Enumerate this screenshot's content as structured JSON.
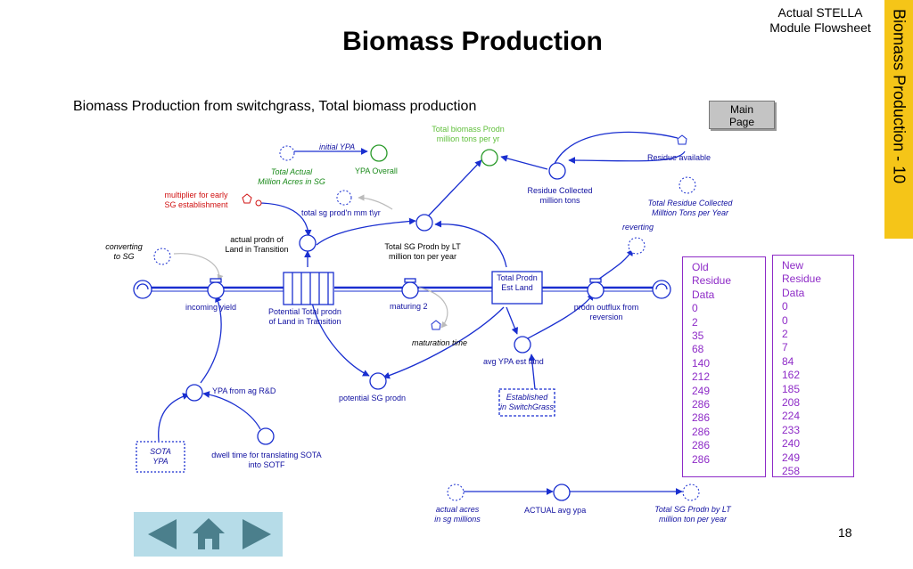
{
  "header": {
    "title": "Biomass Production",
    "corner_line1": "Actual STELLA",
    "corner_line2": "Module Flowsheet",
    "sidebar_label": "Biomass Production - 10"
  },
  "subtitle": "Biomass Production  from switchgrass, Total biomass production",
  "main_page_button": {
    "line1": "Main",
    "line2": "Page"
  },
  "diagram": {
    "initial_ypa": "initial YPA",
    "ypa_overall": "YPA Overall",
    "total_actual_1": "Total Actual",
    "total_actual_2": "Million Acres in SG",
    "multiplier_1": "multiplier for early",
    "multiplier_2": "SG establishment",
    "total_sg_prodn_mm": "total sg prod'n mm t\\yr",
    "total_biomass_1": "Total biomass Prodn",
    "total_biomass_2": "million tons per yr",
    "residue_available": "Residue available",
    "residue_collected_1": "Residue Collected",
    "residue_collected_2": "million tons",
    "total_residue_1": "Total Residue Collected",
    "total_residue_2": "Milltion Tons per Year",
    "reverting": "reverting",
    "converting_1": "converting",
    "converting_2": "to SG",
    "actual_prodn_1": "actual prodn of",
    "actual_prodn_2": "Land in Transition",
    "total_sg_lt_1": "Total SG Prodn by  LT",
    "total_sg_lt_2": "million ton per year",
    "total_prodn_1": "Total Prodn",
    "total_prodn_2": "Est Land",
    "incoming_yield": "incoming yield",
    "potential_total_1": "Potential Total prodn",
    "potential_total_2": "of Land in Transition",
    "maturing": "maturing 2",
    "maturation_time": "maturation time",
    "prodn_outflux_1": "prodn outflux from",
    "prodn_outflux_2": "reversion",
    "avg_ypa": "avg YPA  est land",
    "potential_sg": "potential SG prodn",
    "established_1": "Established",
    "established_2": "in SwitchGrass",
    "ypa_rd": "YPA from ag R&D",
    "sota_1": "SOTA",
    "sota_2": "YPA",
    "dwell_1": "dwell time for translating SOTA",
    "dwell_2": "into SOTF",
    "actual_acres_1": "actual acres",
    "actual_acres_2": "in sg millions",
    "actual_avg_ypa": "ACTUAL avg ypa",
    "total_sg_lt_b1": "Total SG Prodn by LT",
    "total_sg_lt_b2": "million ton per year"
  },
  "old_residue": {
    "header": [
      "Old",
      "Residue",
      "Data"
    ],
    "values": [
      "0",
      "2",
      "35",
      "68",
      "140",
      "212",
      "249",
      "286",
      "286",
      "286",
      "286",
      "286"
    ]
  },
  "new_residue": {
    "header": [
      "New",
      "Residue",
      "Data"
    ],
    "values": [
      "0",
      "0",
      "2",
      "7",
      "84",
      "162",
      "185",
      "208",
      "224",
      "233",
      "240",
      "249",
      "258"
    ]
  },
  "page_number": "18",
  "nav": {
    "back_icon": "left-triangle-icon",
    "home_icon": "home-icon",
    "forward_icon": "right-triangle-icon"
  },
  "colors": {
    "sidebar": "#f5c518",
    "flow_blue": "#1a2fd0",
    "table_purple": "#8e2bc7",
    "nav_bg": "#b6dce8"
  }
}
